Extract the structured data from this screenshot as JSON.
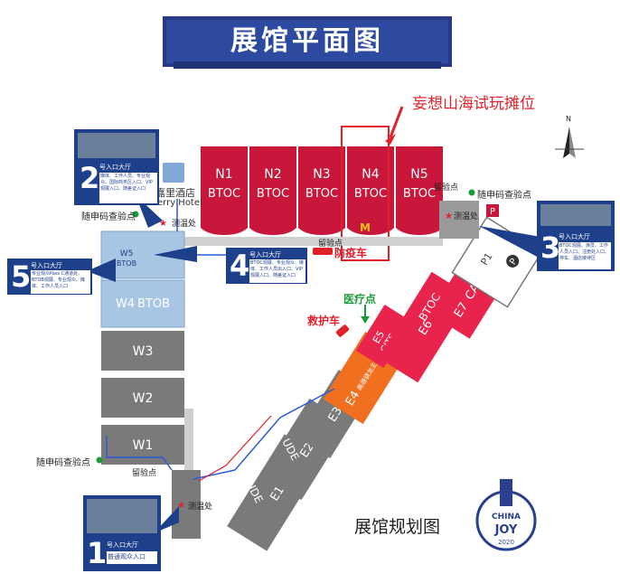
{
  "map_title": "展馆平面图",
  "subtitle": "展馆规划图",
  "callout": "妄想山海试玩摊位",
  "logo": {
    "top": "CHINA",
    "bottom": "JOY",
    "year": "2020"
  },
  "hotel": {
    "zh": "嘉里酒店",
    "en": "erry Hotel"
  },
  "halls_north": [
    {
      "id": "N1",
      "type": "BTOC"
    },
    {
      "id": "N2",
      "type": "BTOC"
    },
    {
      "id": "N3",
      "type": "BTOC"
    },
    {
      "id": "N4",
      "type": "BTOC"
    },
    {
      "id": "N5",
      "type": "BTOC"
    }
  ],
  "halls_west": [
    {
      "id": "W5",
      "type": "BTOB"
    },
    {
      "id": "W4",
      "type": "BTOB"
    },
    {
      "id": "W3"
    },
    {
      "id": "W2"
    },
    {
      "id": "W1"
    }
  ],
  "halls_east": [
    {
      "id": "E1",
      "type": "UDE"
    },
    {
      "id": "E2",
      "type": "UDE"
    },
    {
      "id": "E3"
    },
    {
      "id": "E4",
      "type": "高通骁龙主题馆"
    },
    {
      "id": "E5",
      "type": "CJTS"
    },
    {
      "id": "E6",
      "type": "BTOC"
    },
    {
      "id": "E7",
      "type": "CAWAE"
    }
  ],
  "parking": {
    "id": "P1",
    "symbol": "P"
  },
  "gates": [
    {
      "num": "1",
      "title": "号入口大厅",
      "desc": "普通观众入口"
    },
    {
      "num": "2",
      "title": "号入口大厅",
      "desc": "媒体、工作人员、专业观众、国际商务区入口、VIP观展入口、随差证入口"
    },
    {
      "num": "3",
      "title": "号入口大厅",
      "desc": "BTOC观展、演员、工作人员入口、注册处入口、停车、酒店接待区"
    },
    {
      "num": "4",
      "title": "号入口大厅",
      "desc": "BTOC观展、专业观众、媒体、工作人员出入口、VIP观展入口、随差证入口"
    },
    {
      "num": "5",
      "title": "号入口大厅",
      "desc": "专业观众Pass C通道处、BTOB观展、专业观众、媒体、工作人员入口"
    }
  ],
  "labels": {
    "code_check_1": "随申码查验点",
    "code_check_2": "随申码查验点",
    "code_check_3": "随申码查验点",
    "temp_1": "测温处",
    "temp_2": "测温处",
    "temp_3": "测温处",
    "stay_1": "留验点",
    "stay_2": "留验点",
    "stay_3": "留验点",
    "epidemic_car": "防疫车",
    "medical": "医疗点",
    "ambulance": "救护车"
  },
  "colors": {
    "north_red": "#c8173a",
    "east_red": "#e8244d",
    "orange": "#f07020",
    "grey": "#7a7a7a",
    "light_blue": "#a8c6e3",
    "banner_blue": "#2d4aa0",
    "navy": "#1e3f8a",
    "callout_red": "#e0202a"
  }
}
